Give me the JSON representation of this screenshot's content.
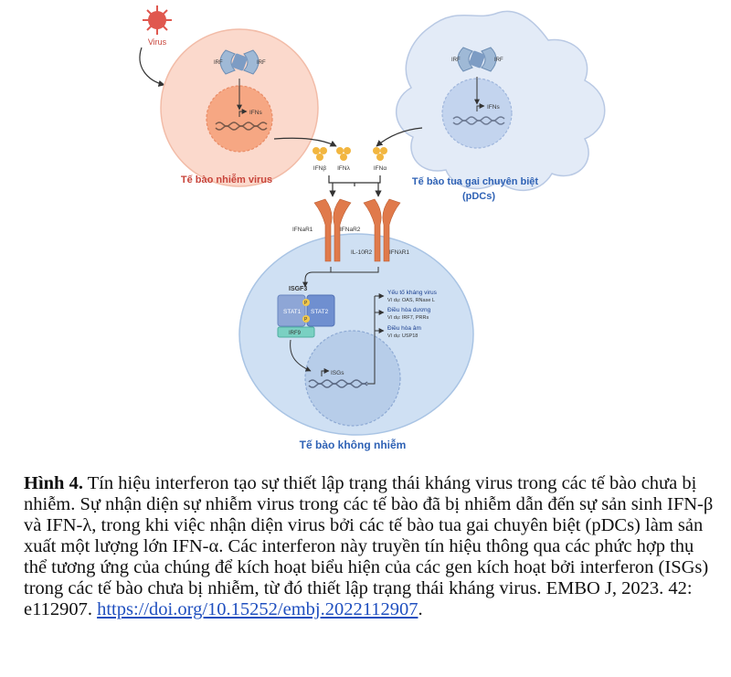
{
  "diagram": {
    "virus_label": "Virus",
    "infected_cell": {
      "label": "Tế bào nhiễm virus",
      "irf_left": "IRF",
      "irf_right": "IRF",
      "gene_label": "IFNs"
    },
    "pdc_cell": {
      "label_line1": "Tế bào tua gai chuyên biệt",
      "label_line2": "(pDCs)",
      "irf_left": "IRF",
      "irf_right": "IRF",
      "gene_label": "IFNs"
    },
    "ifn_groups": [
      "IFNβ",
      "IFNλ",
      "IFNα"
    ],
    "receptors": {
      "ifnar1": "IFNaR1",
      "ifnar2": "IFNaR2",
      "il10r2": "IL-10R2",
      "ifnlr1": "IFNλR1"
    },
    "uninfected_cell": {
      "label": "Tế bào không nhiễm",
      "isgf3": "ISGF3",
      "stat1": "STAT1",
      "stat2": "STAT2",
      "irf9": "IRF9",
      "p_label": "P",
      "isgs": "ISGs",
      "out1_title": "Yếu tố kháng virus",
      "out1_sub": "Ví dụ: OAS, RNase L",
      "out2_title": "Điều hòa dương",
      "out2_sub": "Ví dụ: IRF7, PRRs",
      "out3_title": "Điều hòa âm",
      "out3_sub": "Ví dụ: USP18"
    },
    "colors": {
      "infected_fill": "#fbd9cc",
      "infected_label": "#c8443a",
      "pdc_fill": "#e3ebf7",
      "pdc_label": "#2f62b5",
      "uninfected_fill": "#cfe0f3",
      "uninfected_label": "#2f62b5",
      "ligand": "#f2b640",
      "receptor": "#e07a4b"
    }
  },
  "caption": {
    "figure_label": "Hình 4.",
    "text": " Tín hiệu interferon tạo sự thiết lập trạng thái kháng virus trong các tế bào chưa bị nhiễm. Sự nhận diện sự nhiễm virus trong các tế bào đã bị nhiễm dẫn đến sự sản sinh IFN-β và IFN-λ, trong khi việc nhận diện virus bởi các tế bào tua gai chuyên biệt (pDCs) làm sản xuất một lượng lớn IFN-α. Các interferon này truyền tín hiệu thông qua các phức hợp thụ thể tương ứng của chúng để kích hoạt biểu hiện của các gen kích hoạt bởi interferon (ISGs) trong các tế bào chưa bị nhiễm, từ đó thiết lập trạng thái kháng virus. EMBO J, 2023. 42: e112907.",
    "link": "https://doi.org/10.15252/embj.2022112907",
    "link_suffix": "."
  }
}
